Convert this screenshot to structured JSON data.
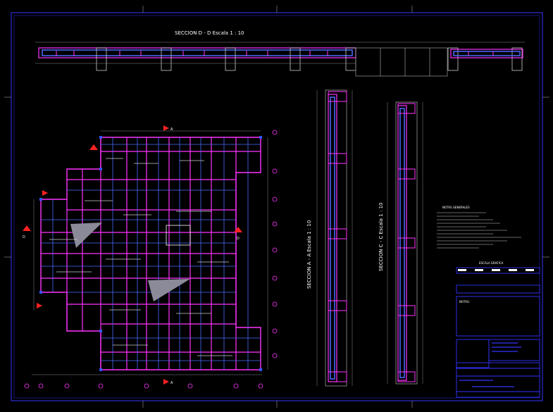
{
  "sections": {
    "d": "SECCION D - D  Escala 1 : 10",
    "a": "SECCION A - A  Escala 1 : 10",
    "c": "SECCION C - C  Escala 1 : 10"
  },
  "notes": {
    "title": "NOTAS GENERALES"
  },
  "title_block": {
    "scale_heading": "ESCALA GRAFICA",
    "notes_label": "NOTAS:"
  },
  "plan_markers": {
    "left": "D",
    "right": "D",
    "top": "A",
    "bottom": "A"
  },
  "colors": {
    "beams": "#ff33ff",
    "frame": "#3333ff",
    "grid": "#4d6bff",
    "text": "#ffffff",
    "markers": "#ff2222"
  }
}
